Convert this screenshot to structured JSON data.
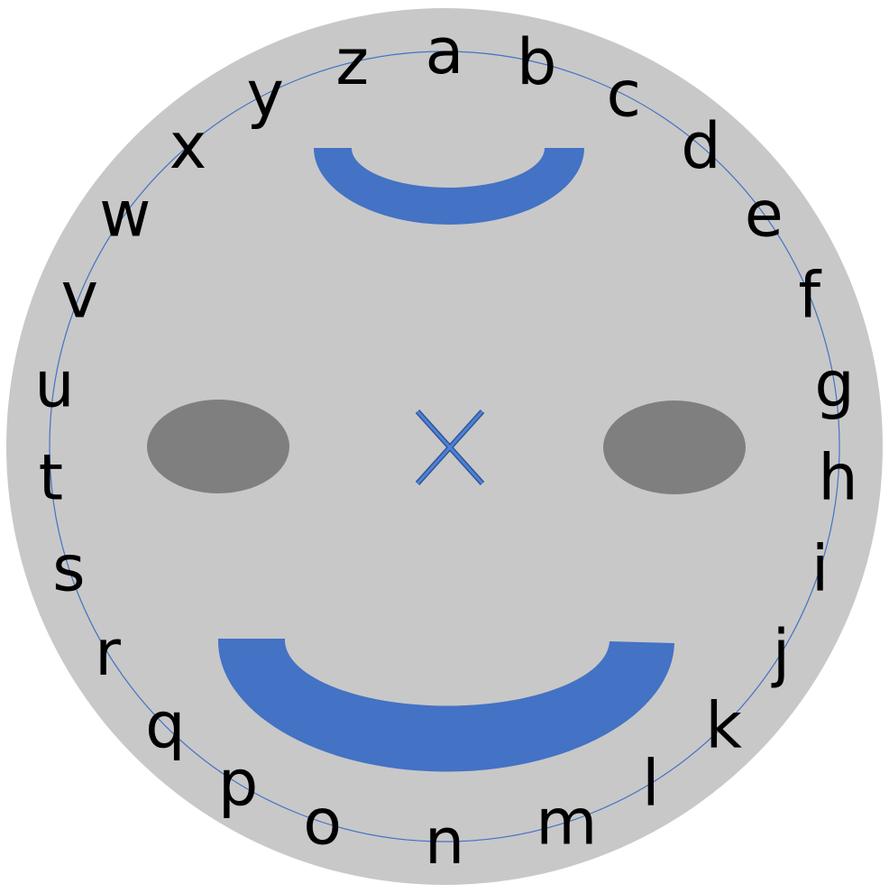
{
  "letters": [
    {
      "char": "a",
      "angle": 0
    },
    {
      "char": "b",
      "angle": 13.5
    },
    {
      "char": "c",
      "angle": 27
    },
    {
      "char": "d",
      "angle": 40.5
    },
    {
      "char": "e",
      "angle": 54
    },
    {
      "char": "f",
      "angle": 67.5
    },
    {
      "char": "g",
      "angle": 81
    },
    {
      "char": "h",
      "angle": 94.5
    },
    {
      "char": "i",
      "angle": 108
    },
    {
      "char": "j",
      "angle": 121.5
    },
    {
      "char": "k",
      "angle": 135
    },
    {
      "char": "l",
      "angle": 148.5
    },
    {
      "char": "m",
      "angle": 162
    },
    {
      "char": "n",
      "angle": 180
    },
    {
      "char": "o",
      "angle": 198
    },
    {
      "char": "p",
      "angle": 211.5
    },
    {
      "char": "q",
      "angle": 225
    },
    {
      "char": "r",
      "angle": 238.5
    },
    {
      "char": "s",
      "angle": 252
    },
    {
      "char": "t",
      "angle": 265.5
    },
    {
      "char": "u",
      "angle": 279
    },
    {
      "char": "v",
      "angle": 292.5
    },
    {
      "char": "w",
      "angle": 306
    },
    {
      "char": "x",
      "angle": 319.5
    },
    {
      "char": "y",
      "angle": 333
    },
    {
      "char": "z",
      "angle": 346.5
    }
  ],
  "colors": {
    "face": "#c8c8c8",
    "eyes": "#7f7f7f",
    "mouths": "#4472c4",
    "center_mark": "#4472c4",
    "letter_ring": "#4472c4",
    "letters": "#000000"
  },
  "icons": {
    "center_mark": "x-mark-icon"
  }
}
